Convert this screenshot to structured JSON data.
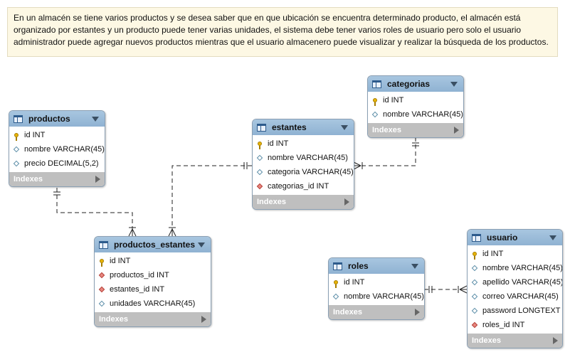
{
  "note": {
    "line1": "En un almacén se tiene varios productos y se desea saber que en que ubicación se encuentra determinado producto, el almacén está",
    "line2": "organizado por estantes y un producto puede tener varias unidades, el sistema debe tener varios roles de usuario pero solo el usuario",
    "line3": "administrador puede agregar nuevos productos mientras que el usuario almacenero puede visualizar y realizar la búsqueda de los productos."
  },
  "indexes_label": "Indexes",
  "tables": {
    "productos": {
      "name": "productos",
      "columns": [
        {
          "text": "id INT",
          "kind": "pk"
        },
        {
          "text": "nombre VARCHAR(45)",
          "kind": "col"
        },
        {
          "text": "precio DECIMAL(5,2)",
          "kind": "col"
        }
      ]
    },
    "estantes": {
      "name": "estantes",
      "columns": [
        {
          "text": "id INT",
          "kind": "pk"
        },
        {
          "text": "nombre VARCHAR(45)",
          "kind": "col"
        },
        {
          "text": "categoria VARCHAR(45)",
          "kind": "col"
        },
        {
          "text": "categorias_id INT",
          "kind": "fk"
        }
      ]
    },
    "categorias": {
      "name": "categorias",
      "columns": [
        {
          "text": "id INT",
          "kind": "pk"
        },
        {
          "text": "nombre VARCHAR(45)",
          "kind": "col"
        }
      ]
    },
    "productos_estantes": {
      "name": "productos_estantes",
      "columns": [
        {
          "text": "id INT",
          "kind": "pk"
        },
        {
          "text": "productos_id INT",
          "kind": "fk"
        },
        {
          "text": "estantes_id INT",
          "kind": "fk"
        },
        {
          "text": "unidades VARCHAR(45)",
          "kind": "col"
        }
      ]
    },
    "roles": {
      "name": "roles",
      "columns": [
        {
          "text": "id INT",
          "kind": "pk"
        },
        {
          "text": "nombre VARCHAR(45)",
          "kind": "col"
        }
      ]
    },
    "usuario": {
      "name": "usuario",
      "columns": [
        {
          "text": "id INT",
          "kind": "pk"
        },
        {
          "text": "nombre VARCHAR(45)",
          "kind": "col"
        },
        {
          "text": "apellido VARCHAR(45)",
          "kind": "col"
        },
        {
          "text": "correo VARCHAR(45)",
          "kind": "col"
        },
        {
          "text": "password LONGTEXT",
          "kind": "col"
        },
        {
          "text": "roles_id INT",
          "kind": "fk"
        }
      ]
    }
  },
  "relationships": [
    {
      "from": "productos",
      "to": "productos_estantes",
      "one_end": "productos",
      "many_end": "productos_estantes"
    },
    {
      "from": "estantes",
      "to": "productos_estantes",
      "one_end": "estantes",
      "many_end": "productos_estantes"
    },
    {
      "from": "categorias",
      "to": "estantes",
      "one_end": "categorias",
      "many_end": "estantes"
    },
    {
      "from": "roles",
      "to": "usuario",
      "one_end": "roles",
      "many_end": "usuario"
    }
  ]
}
